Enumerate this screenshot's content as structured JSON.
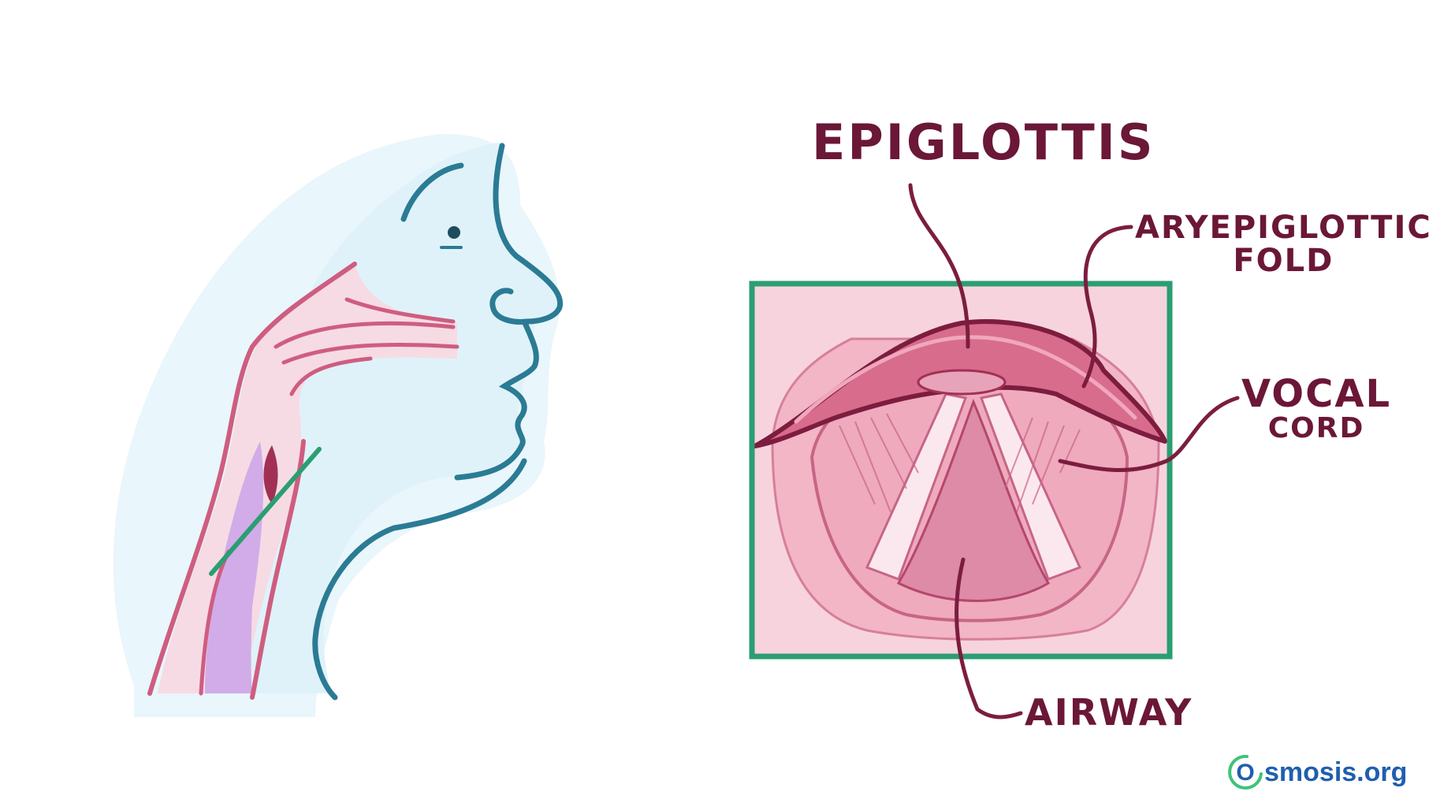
{
  "labels": {
    "epiglottis": "EPIGLOTTIS",
    "aryepiglottic_line1": "ARYEPIGLOTTIC",
    "aryepiglottic_line2": "FOLD",
    "vocal_line1": "VOCAL",
    "vocal_line2": "CORD",
    "airway": "AIRWAY"
  },
  "logo": {
    "text": "smosis.org",
    "initial": "O"
  },
  "colors": {
    "label": "#6b1737",
    "frame": "#2b9e72",
    "face_outline": "#2b7b94",
    "face_fill": "#e6f6fb",
    "throat": "#cf5d80",
    "throat_fill": "#f6dbe4",
    "esophagus": "#c9a2e6",
    "tissue": "#f2b6c6",
    "tissue_dark": "#a13055",
    "logo_blue": "#1f5fae",
    "logo_green": "#3ec37a"
  }
}
